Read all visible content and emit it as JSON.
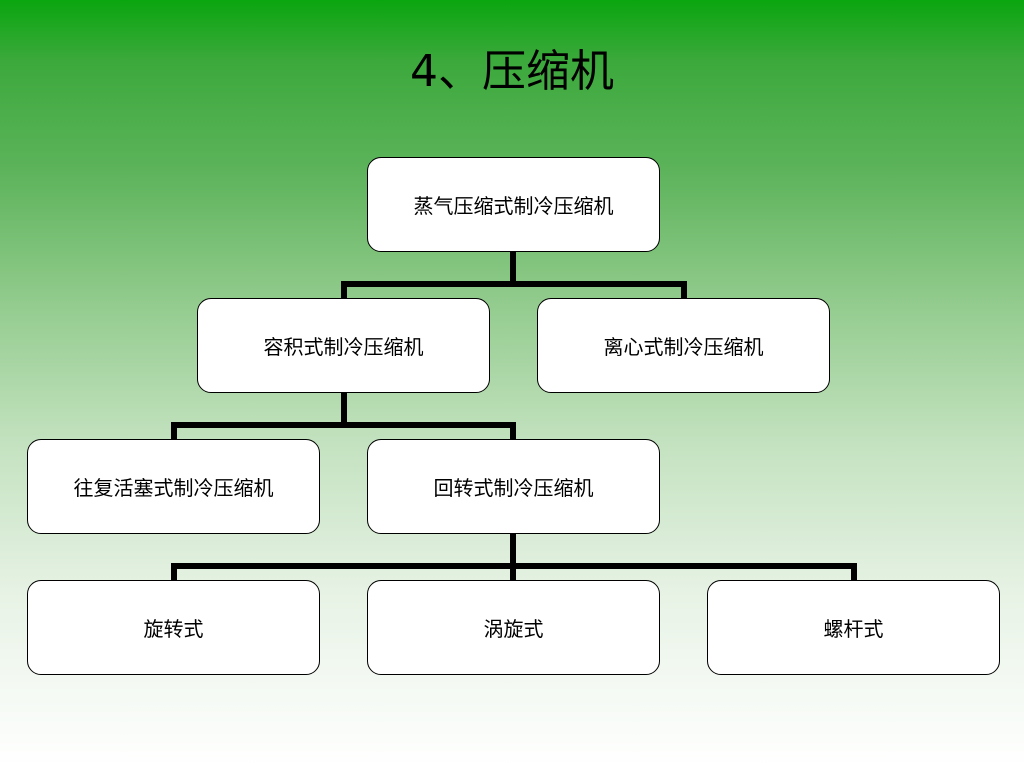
{
  "slide": {
    "title": "4、压缩机"
  },
  "diagram": {
    "root": "蒸气压缩式制冷压缩机",
    "level1": {
      "positive_displacement": "容积式制冷压缩机",
      "centrifugal": "离心式制冷压缩机"
    },
    "level2": {
      "reciprocating": "往复活塞式制冷压缩机",
      "rotary": "回转式制冷压缩机"
    },
    "level3": {
      "rotary_vane": "旋转式",
      "scroll": "涡旋式",
      "screw": "螺杆式"
    }
  },
  "colors": {
    "connector": "#000000",
    "node_fill": "#ffffff",
    "background_top": "#0aa60f",
    "background_bottom": "#ffffff"
  }
}
